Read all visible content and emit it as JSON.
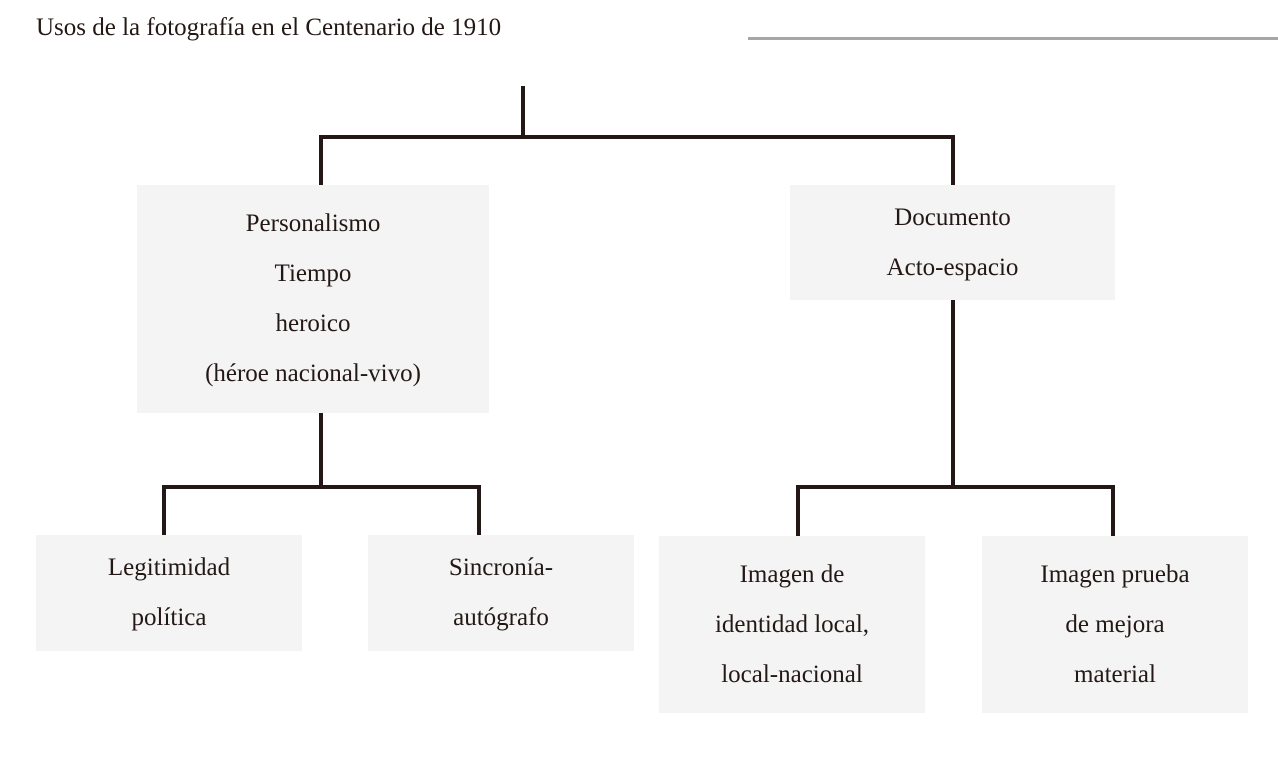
{
  "header": {
    "title": "Usos de la fotografía en el Centenario de 1910",
    "rule_color": "#a6a6a6"
  },
  "theme": {
    "node_fill": "#f4f4f4",
    "line_color": "#231815",
    "text_color": "#231815",
    "page_background": "#ffffff"
  },
  "diagram": {
    "type": "tree",
    "orientation": "top-down",
    "root_label": "Usos de la fotografía en el Centenario de 1910",
    "nodes": {
      "personalismo": {
        "lines": [
          "Personalismo",
          "Tiempo",
          "heroico",
          "(héroe nacional-vivo)"
        ]
      },
      "documento": {
        "lines": [
          "Documento",
          "Acto-espacio"
        ]
      },
      "legitimidad": {
        "lines": [
          "Legitimidad",
          "política"
        ]
      },
      "sincronia": {
        "lines": [
          "Sincronía-",
          "autógrafo"
        ]
      },
      "identidad": {
        "lines": [
          "Imagen de",
          "identidad local,",
          "local-nacional"
        ]
      },
      "prueba": {
        "lines": [
          "Imagen prueba",
          "de mejora",
          "material"
        ]
      }
    },
    "edges": [
      {
        "from": "root",
        "to": "personalismo"
      },
      {
        "from": "root",
        "to": "documento"
      },
      {
        "from": "personalismo",
        "to": "legitimidad"
      },
      {
        "from": "personalismo",
        "to": "sincronia"
      },
      {
        "from": "documento",
        "to": "identidad"
      },
      {
        "from": "documento",
        "to": "prueba"
      }
    ]
  }
}
